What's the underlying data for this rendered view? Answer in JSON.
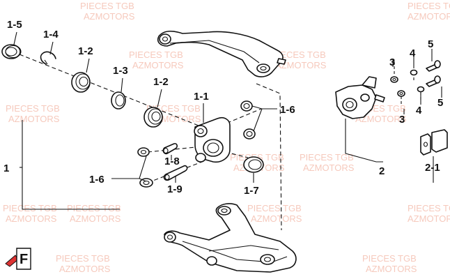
{
  "watermark": {
    "line1": "PIECES TGB",
    "line2": "AZMOTORS"
  },
  "callouts": {
    "c1_5": "1-5",
    "c1_4": "1-4",
    "c1_2_top": "1-2",
    "c1_3": "1-3",
    "c1_2_mid": "1-2",
    "c1_1": "1-1",
    "c1_6_right": "1-6",
    "c1_8": "1-8",
    "c1_9": "1-9",
    "c1_6_left": "1-6",
    "c1_7": "1-7",
    "c1": "1",
    "c2": "2",
    "c2_1": "2-1",
    "c3_top": "3",
    "c3_bottom": "3",
    "c4_top": "4",
    "c4_bottom": "4",
    "c5_top": "5",
    "c5_bottom": "5"
  },
  "logo": {
    "letter": "F"
  }
}
